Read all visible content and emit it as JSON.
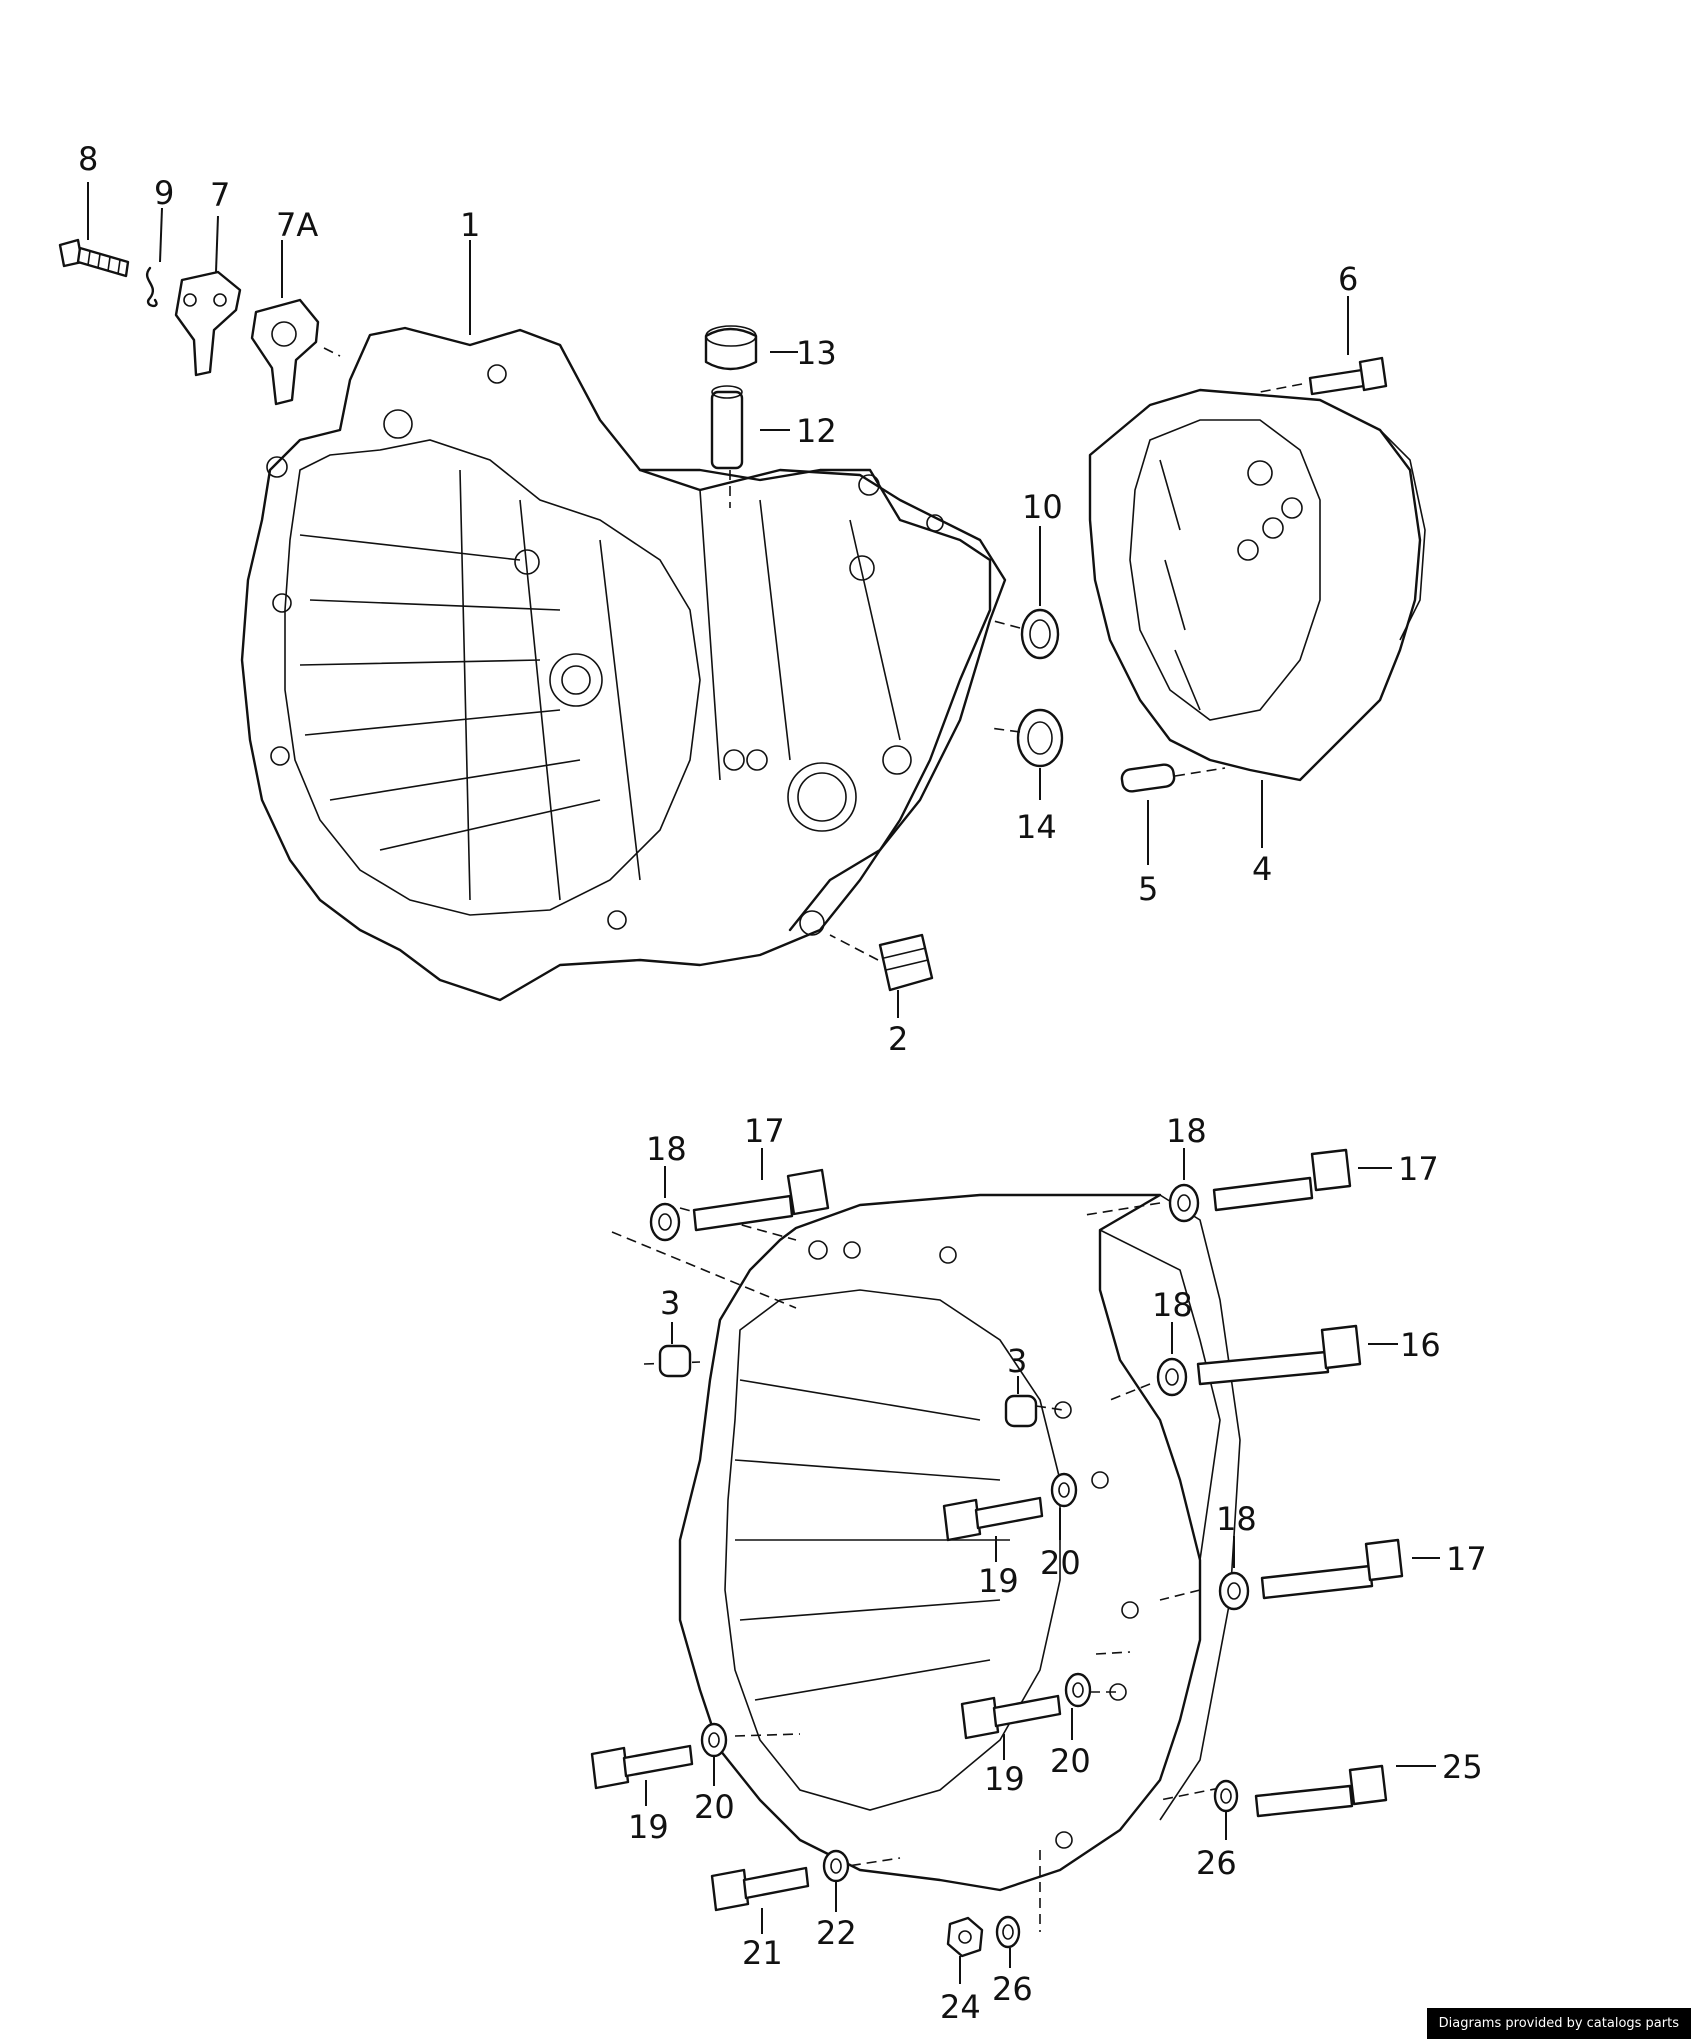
{
  "callouts": [
    {
      "id": "c1",
      "text": "1"
    },
    {
      "id": "c2",
      "text": "2"
    },
    {
      "id": "c3a",
      "text": "3"
    },
    {
      "id": "c3b",
      "text": "3"
    },
    {
      "id": "c4",
      "text": "4"
    },
    {
      "id": "c5",
      "text": "5"
    },
    {
      "id": "c6",
      "text": "6"
    },
    {
      "id": "c7",
      "text": "7"
    },
    {
      "id": "c7a",
      "text": "7A"
    },
    {
      "id": "c8",
      "text": "8"
    },
    {
      "id": "c9",
      "text": "9"
    },
    {
      "id": "c10",
      "text": "10"
    },
    {
      "id": "c12",
      "text": "12"
    },
    {
      "id": "c13",
      "text": "13"
    },
    {
      "id": "c14",
      "text": "14"
    },
    {
      "id": "c16",
      "text": "16"
    },
    {
      "id": "c17a",
      "text": "17"
    },
    {
      "id": "c17b",
      "text": "17"
    },
    {
      "id": "c17c",
      "text": "17"
    },
    {
      "id": "c18a",
      "text": "18"
    },
    {
      "id": "c18b",
      "text": "18"
    },
    {
      "id": "c18c",
      "text": "18"
    },
    {
      "id": "c18d",
      "text": "18"
    },
    {
      "id": "c19a",
      "text": "19"
    },
    {
      "id": "c19b",
      "text": "19"
    },
    {
      "id": "c19c",
      "text": "19"
    },
    {
      "id": "c20a",
      "text": "20"
    },
    {
      "id": "c20b",
      "text": "20"
    },
    {
      "id": "c20c",
      "text": "20"
    },
    {
      "id": "c21",
      "text": "21"
    },
    {
      "id": "c22",
      "text": "22"
    },
    {
      "id": "c24",
      "text": "24"
    },
    {
      "id": "c25",
      "text": "25"
    },
    {
      "id": "c26a",
      "text": "26"
    },
    {
      "id": "c26b",
      "text": "26"
    }
  ],
  "footer": {
    "credit": "Diagrams provided by catalogs parts"
  }
}
